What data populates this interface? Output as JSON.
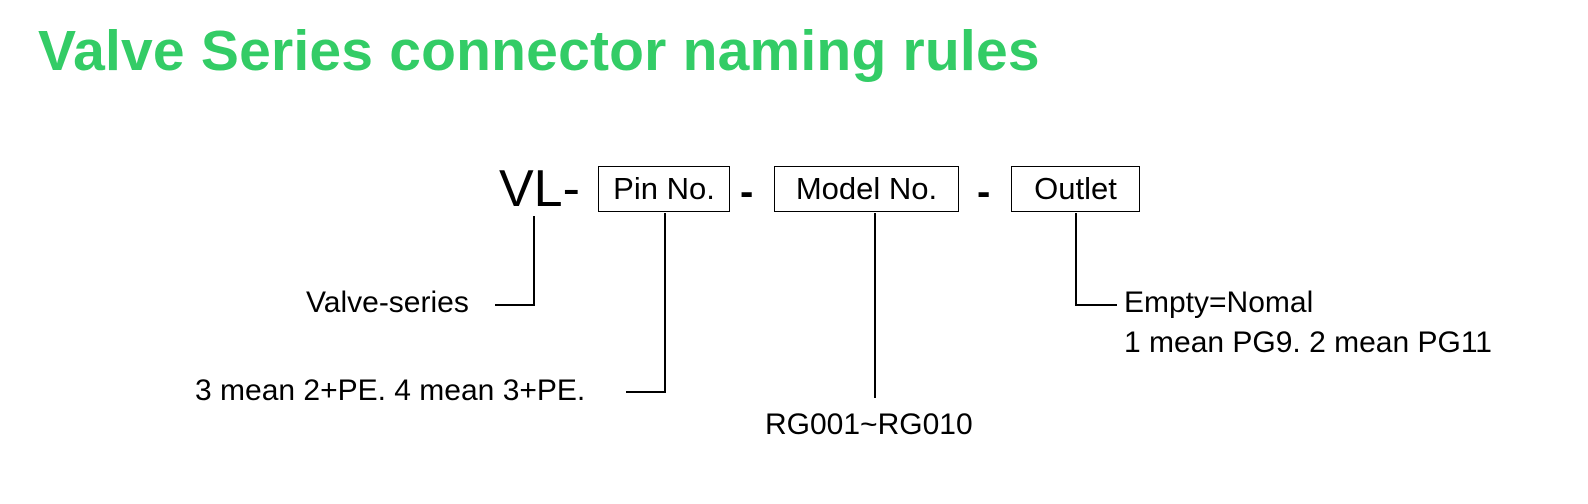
{
  "title": "Valve Series connector naming rules",
  "diagram": {
    "prefix": "VL-",
    "separators": [
      "-",
      "-"
    ],
    "boxes": {
      "pin": "Pin No.",
      "model": "Model No.",
      "outlet": "Outlet"
    },
    "labels": {
      "valve_series": "Valve-series",
      "pin_desc": "3 mean 2+PE. 4 mean 3+PE.",
      "model_desc": "RG001~RG010",
      "outlet_desc_1": "Empty=Nomal",
      "outlet_desc_2": "1 mean PG9.  2 mean PG11"
    }
  }
}
